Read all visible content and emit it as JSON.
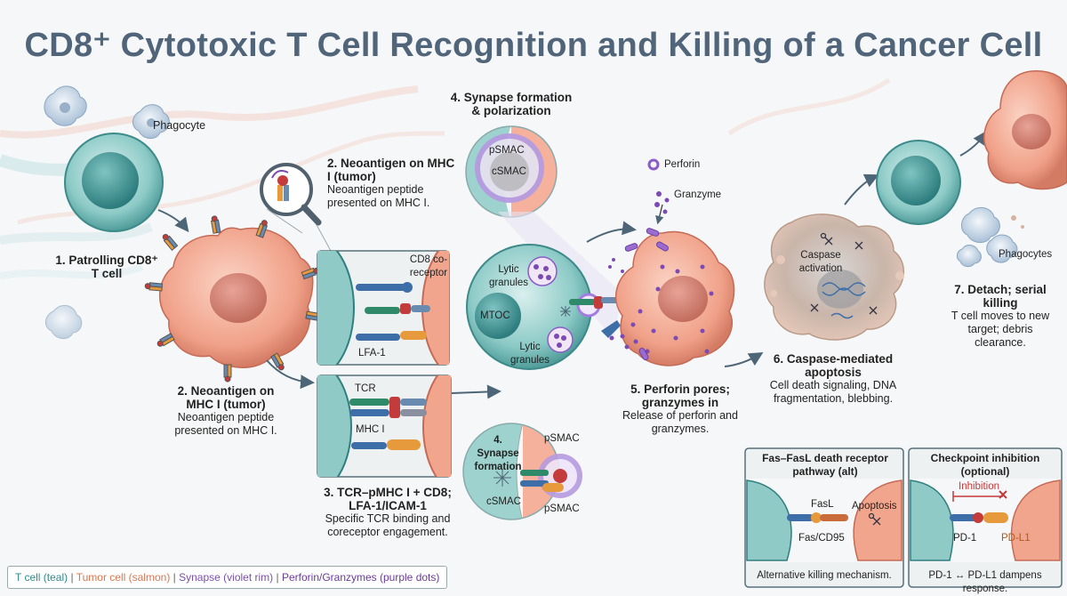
{
  "title": "CD8⁺ Cytotoxic T Cell Recognition and Killing of a Cancer Cell",
  "labels": {
    "phagocyte": "Phagocyte",
    "step1": "1. Patrolling CD8⁺ T cell",
    "step2_top_title": "2. Neoantigen on MHC I (tumor)",
    "step2_top_desc": "Neoantigen peptide presented on MHC I.",
    "step2_bottom_title": "2. Neoantigen on MHC I (tumor)",
    "step2_bottom_desc": "Neoantigen peptide presented on MHC I.",
    "cd8_coreceptor": "CD8 co-receptor",
    "lfa1": "LFA-1",
    "tcr": "TCR",
    "mhc1": "MHC I",
    "step3_title": "3. TCR–pMHC I + CD8; LFA-1/ICAM-1",
    "step3_desc": "Specific TCR binding and coreceptor engagement.",
    "step4_top_title": "4. Synapse formation & polarization",
    "psmac": "pSMAC",
    "csmac": "cSMAC",
    "lytic_granules_1": "Lytic granules",
    "mtoc": "MTOC",
    "lytic_granules_2": "Lytic granules",
    "step4_bottom_title": "4. Synapse formation",
    "psmac_b1": "pSMAC",
    "csmac_b": "cSMAC",
    "psmac_b2": "pSMAC",
    "perforin": "Perforin",
    "granzyme": "Granzyme",
    "step5_title": "5. Perforin pores; granzymes in",
    "step5_desc": "Release of perforin and granzymes.",
    "caspase_activation": "Caspase activation",
    "step6_title": "6. Caspase-mediated apoptosis",
    "step6_desc": "Cell death signaling, DNA fragmentation, blebbing.",
    "phagocytes": "Phagocytes",
    "step7_title": "7. Detach; serial killing",
    "step7_desc": "T cell moves to new target; debris clearance.",
    "fas_title": "Fas–FasL death receptor pathway (alt)",
    "fasl": "FasL",
    "fas_apoptosis": "Apoptosis",
    "fas_cd95": "Fas/CD95",
    "fas_caption": "Alternative killing mechanism.",
    "checkpoint_title": "Checkpoint inhibition (optional)",
    "inhibition": "Inhibition",
    "pd1": "PD-1",
    "pdl1": "PD-L1",
    "checkpoint_caption": "PD-1 ↔ PD-L1 dampens response."
  },
  "legend": {
    "t_cell": "T cell (teal)",
    "tumor": "Tumor cell (salmon)",
    "synapse": "Synapse (violet rim)",
    "perforin": "Perforin/Granzymes (purple dots)",
    "sep": "|"
  },
  "colors": {
    "title": "#50657a",
    "t_cell": "#6fb8b4",
    "t_cell_dark": "#2f7f80",
    "tumor": "#f2a58d",
    "tumor_dark": "#c46a55",
    "synapse": "#8a5cc9",
    "granule": "#7b4bb3"
  }
}
